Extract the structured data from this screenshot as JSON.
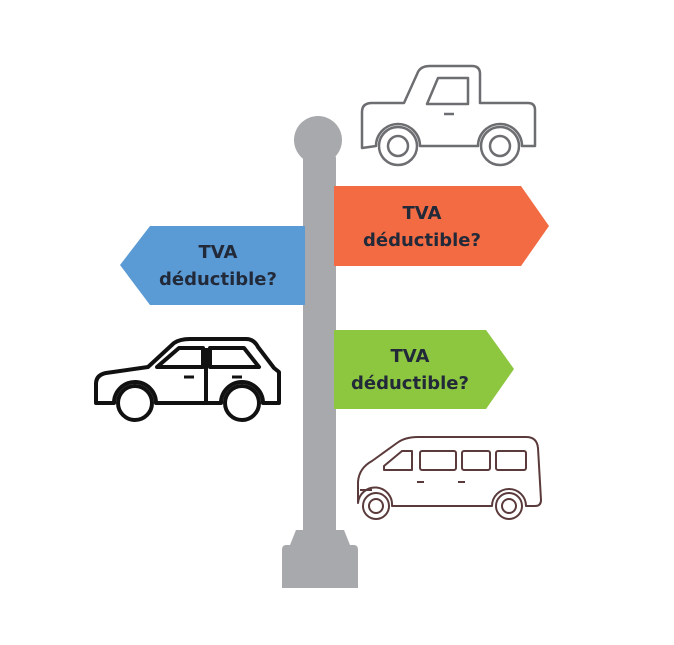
{
  "signs": [
    {
      "line1": "TVA",
      "line2": "déductible?",
      "color": "#5b9bd5",
      "direction": "left"
    },
    {
      "line1": "TVA",
      "line2": "déductible?",
      "color": "#f26b43",
      "direction": "right"
    },
    {
      "line1": "TVA",
      "line2": "déductible?",
      "color": "#8dc63f",
      "direction": "right"
    }
  ],
  "post_color": "#a7a9ac",
  "text_color": "#222a3a",
  "vehicles": [
    {
      "icon": "pickup-truck-icon",
      "stroke": "#6d6e71"
    },
    {
      "icon": "sedan-car-icon",
      "stroke": "#111111"
    },
    {
      "icon": "minivan-icon",
      "stroke": "#5a3a3a"
    }
  ]
}
